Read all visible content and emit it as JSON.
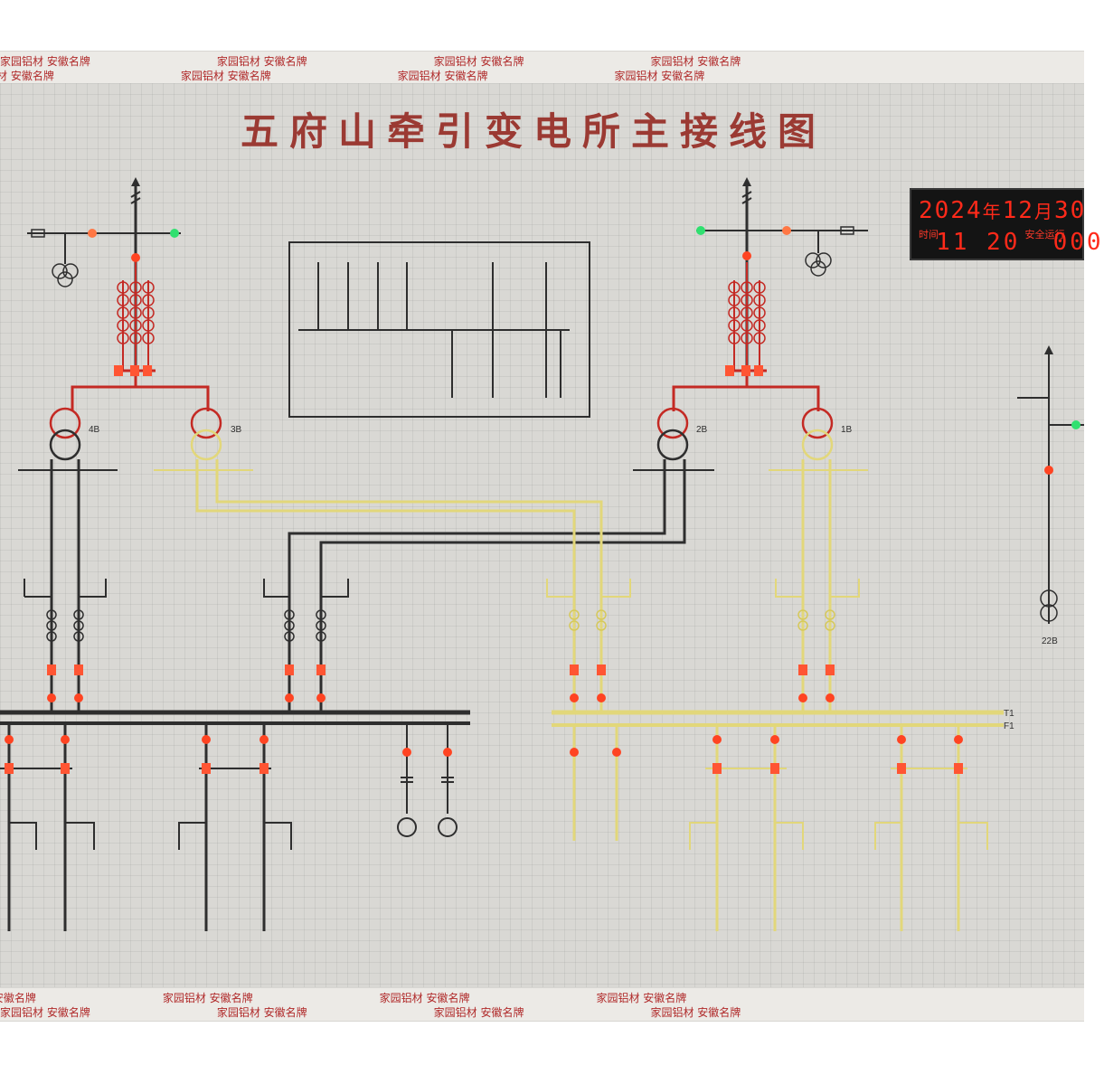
{
  "title": "五府山牵引变电所主接线图",
  "display": {
    "date_year": "2024",
    "char_year": "年",
    "date_month": "12",
    "char_month": "月",
    "date_day": "30",
    "label_time": "时间",
    "time_value": "11 20",
    "label_safe": "安全运行",
    "safe_days": "000"
  },
  "labels": {
    "t4": "4B",
    "t3": "3B",
    "t2": "2B",
    "t1": "1B",
    "t22": "22B",
    "bus_t1": "T1",
    "bus_f1": "F1"
  },
  "tape_text": "家园铝材 安徽名牌",
  "colors": {
    "panel": "#d9d8d4",
    "red_line": "#c42a24",
    "dark_line": "#2e2e2e",
    "yellow_line": "#e2d77a",
    "lamp_red": "#ff4422",
    "lamp_green": "#30e070",
    "title": "#9b3a33"
  }
}
